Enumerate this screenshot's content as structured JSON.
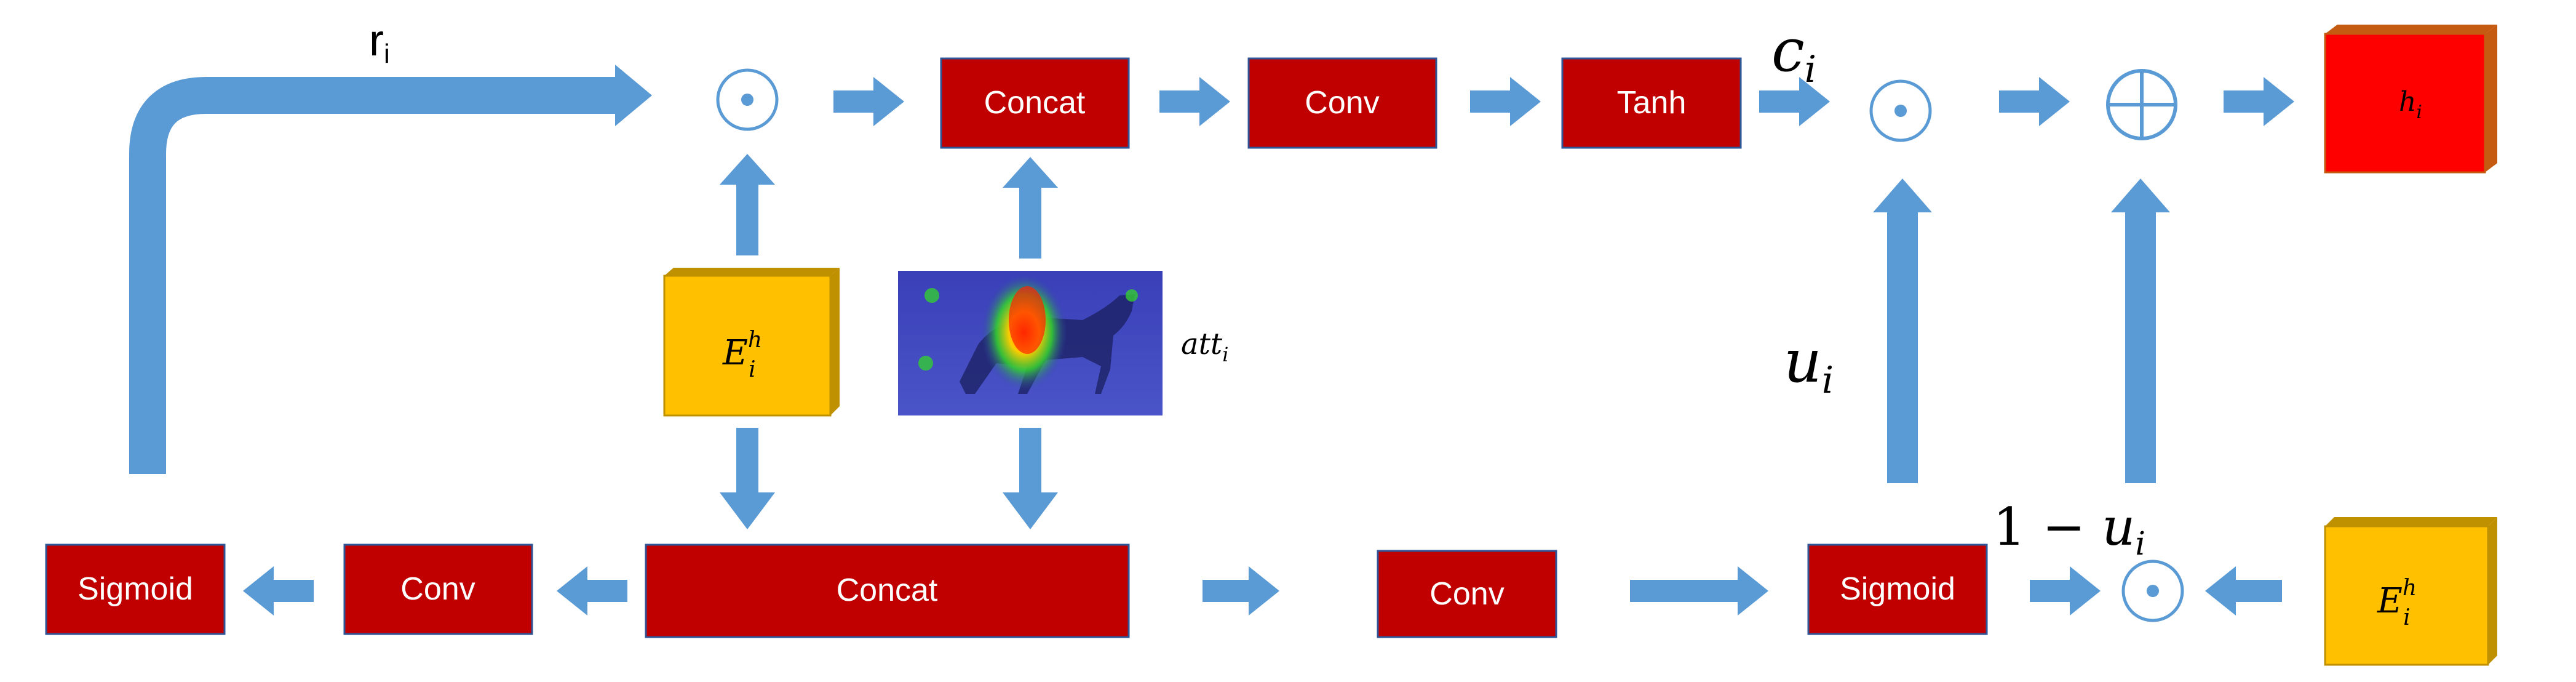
{
  "colors": {
    "arrow": "#5B9BD5",
    "box": "#C00000",
    "box_border": "#2F5597",
    "output": "#FF0000",
    "output_side": "#C55A11",
    "embed": "#FFC000",
    "embed_side": "#BF9000",
    "text_on_box": "#FFFFFF",
    "math_text": "#000000"
  },
  "top_row": {
    "concat_label": "Concat",
    "conv_label": "Conv",
    "tanh_label": "Tanh",
    "c_label_main": "c",
    "c_label_sub": "i",
    "h_label_main": "h",
    "h_label_sub": "i",
    "r_label_main": "r",
    "r_label_sub": "i",
    "multiply_symbol": "⊙",
    "add_symbol": "⊕"
  },
  "middle": {
    "E_main": "E",
    "E_sup": "h",
    "E_sub": "i",
    "att_main": "att",
    "att_sub": "i",
    "u_main": "u",
    "u_sub": "i"
  },
  "bottom_row": {
    "sigmoid_left_label": "Sigmoid",
    "conv_left_label": "Conv",
    "concat_label": "Concat",
    "conv_right_label": "Conv",
    "sigmoid_right_label": "Sigmoid",
    "one_minus_prefix": "1 − ",
    "one_minus_main": "u",
    "one_minus_sub": "i",
    "E_main": "E",
    "E_sup": "h",
    "E_sub": "i"
  },
  "icons": {
    "attention_image": "attention-heatmap-horse-icon",
    "multiply": "hadamard-product-icon",
    "add": "elementwise-sum-icon"
  }
}
